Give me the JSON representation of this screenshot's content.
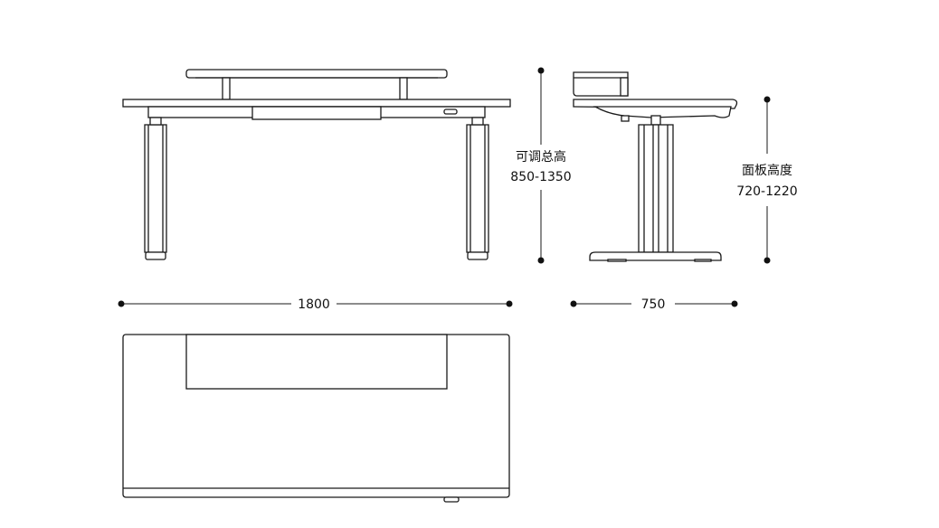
{
  "colors": {
    "line": "#1a1a1a",
    "background": "#ffffff"
  },
  "dimensions": {
    "width": "1800",
    "depth": "750",
    "total_height": {
      "label": "可调总高",
      "value": "850-1350"
    },
    "top_height": {
      "label": "面板高度",
      "value": "720-1220"
    }
  }
}
